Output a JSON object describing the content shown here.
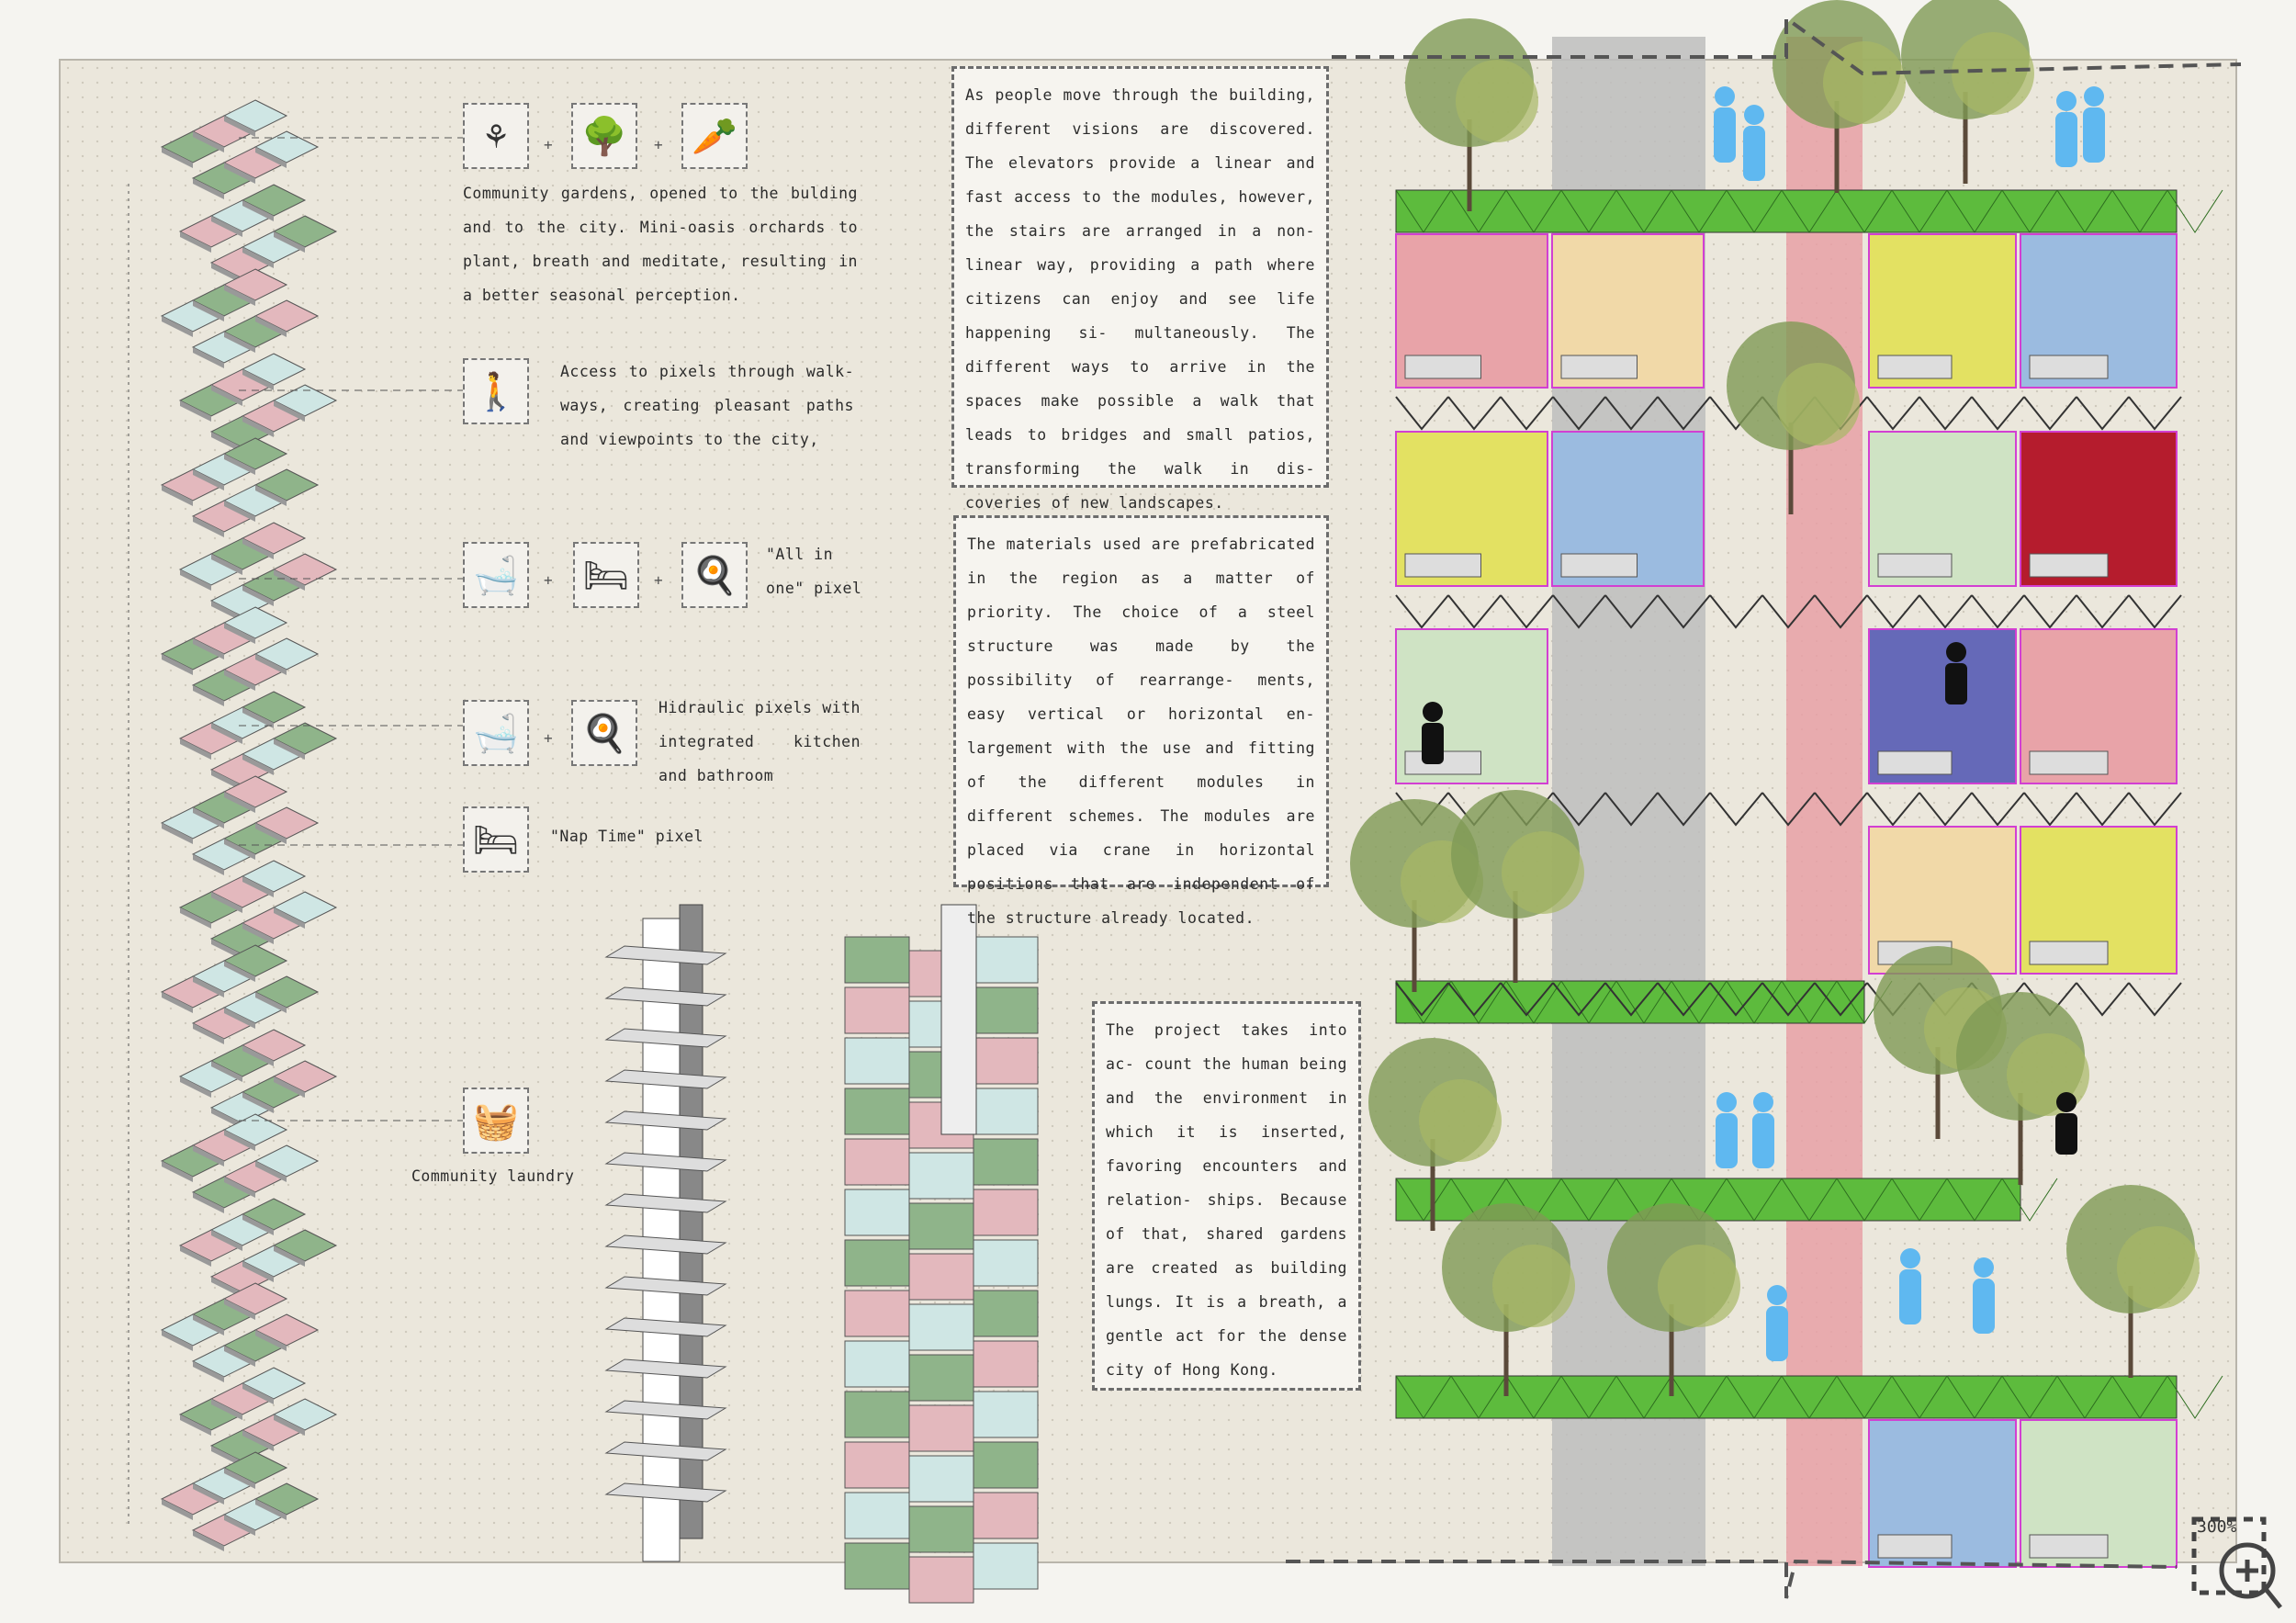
{
  "texts": {
    "box1": "As people move through the building, different visions are discovered. The elevators provide a linear and fast access to the modules, however, the stairs are arranged in a non-linear way, providing a path where citizens can enjoy and see life happening si- multaneously. The different ways to arrive in the spaces make possible a walk that leads to bridges and small patios, transforming the walk in dis- coveries of new landscapes.",
    "box2": "The materials used are prefabricated in the region as a matter of priority. The choice of a steel structure was made by the possibility of rearrange- ments, easy vertical or horizontal en- largement with the use and fitting of the different modules in different schemes. The modules are placed via crane in horizontal positions that are independent of the structure already located.",
    "box3": "The project takes into ac- count the human being and the environment in which it is inserted, favoring encounters and relation- ships. Because of that, shared gardens are created as building lungs. It is a breath, a gentle act for the dense city of Hong Kong."
  },
  "labels": {
    "gardens": "Community gardens, opened to the bulding and to the city. Mini-oasis orchards to plant, breath and meditate, resulting in a better seasonal perception.",
    "access": "Access to pixels through walk- ways, creating pleasant paths and viewpoints to the city,",
    "allinone": "\"All in one\" pixel",
    "hidraulic": "Hidraulic pixels with integrated kitchen and bathroom",
    "nap": "\"Nap Time\" pixel",
    "laundry": "Community laundry",
    "plus": "+"
  },
  "zoom": {
    "level": "300%"
  },
  "colors": {
    "green": "#8fb48a",
    "pink": "#e3b8bd",
    "blue": "#cfe6e4",
    "bridge": "#5dbb3d",
    "shaft": "#e8a0a6",
    "core": "#bdbdbd",
    "people": "#5fb8f0"
  }
}
